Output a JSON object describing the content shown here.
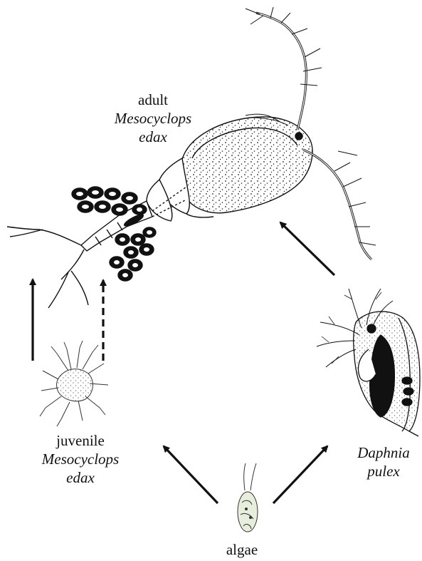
{
  "labels": {
    "adult": {
      "line1": "adult",
      "line2": "Mesocyclops",
      "line3": "edax"
    },
    "juvenile": {
      "line1": "juvenile",
      "line2": "Mesocyclops",
      "line3": "edax"
    },
    "daphnia": {
      "line1": "Daphnia",
      "line2": "pulex"
    },
    "algae": {
      "text": "algae"
    }
  },
  "colors": {
    "ink": "#111111",
    "algae_cell": "#e8eedc"
  }
}
